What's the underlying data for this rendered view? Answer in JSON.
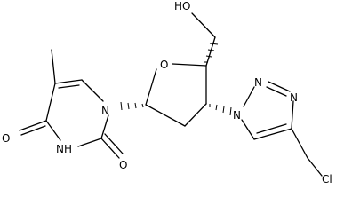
{
  "diagram": {
    "type": "skeletal-formula",
    "atoms": {
      "hydroxyl": "HO",
      "ring_oxygen": "O",
      "carbonyl_oxygen_c4": "O",
      "carbonyl_oxygen_c2": "O",
      "imide_nh": "NH",
      "uracil_n1": "N",
      "triazole_n1": "N",
      "triazole_n2": "N",
      "triazole_n3": "N",
      "chlorine": "Cl"
    }
  }
}
